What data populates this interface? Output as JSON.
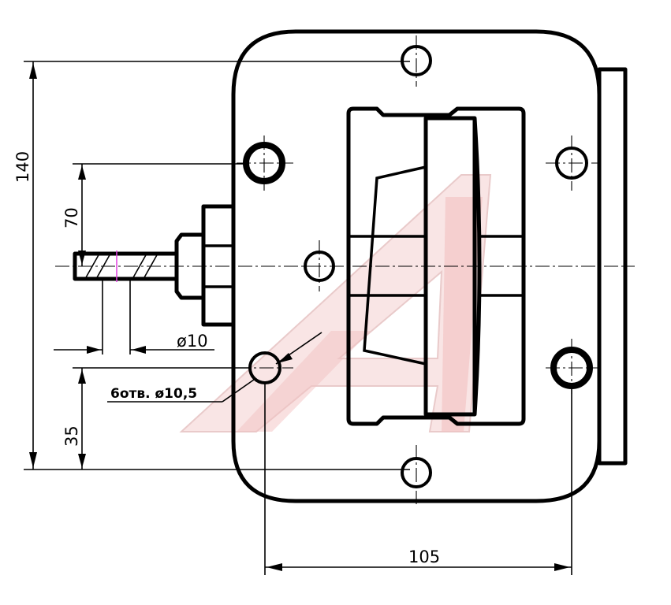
{
  "dimensions": {
    "overall_height": "140",
    "shaft_offset": "70",
    "hole_offset": "35",
    "hole_spacing": "105",
    "shaft_diameter": "ø10",
    "holes_label": "6отв. ø10,5"
  },
  "watermark": {
    "letter": "A",
    "color": "#e8a5a5"
  },
  "colors": {
    "line": "#000000",
    "accent": "#e040e0"
  }
}
